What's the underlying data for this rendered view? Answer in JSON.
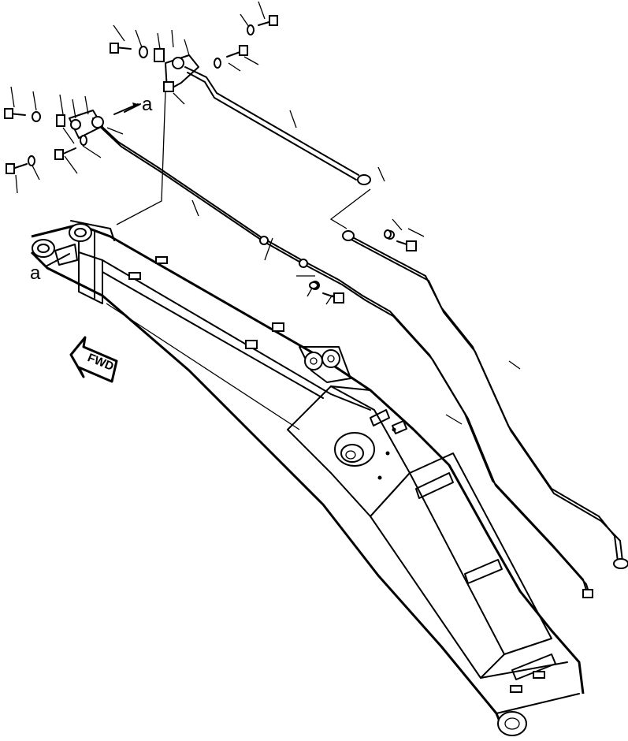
{
  "callouts": {
    "a_top": "a",
    "a_left": "a"
  },
  "direction_arrow": {
    "text": "FWD",
    "icon": "fwd-arrow-icon"
  }
}
